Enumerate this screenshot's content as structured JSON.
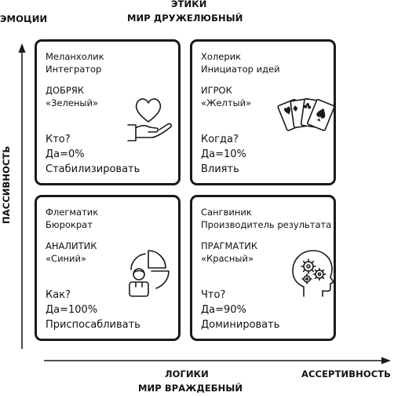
{
  "axes": {
    "top_line1": "ЭТИКИ",
    "top_line2": "МИР ДРУЖЕЛЮБНЫЙ",
    "left_top": "ЭМОЦИИ",
    "left_vertical": "ПАССИВНОСТЬ",
    "bottom_line1": "ЛОГИКИ",
    "bottom_line2": "МИР ВРАЖДЕБНЫЙ",
    "bottom_right": "АССЕРТИВНОСТЬ"
  },
  "quadrants": {
    "top_left": {
      "type": "Меланхолик",
      "role": "Интегратор",
      "code": "ДОБРЯК",
      "color": "«Зеленый»",
      "question": "Кто?",
      "yes": "Да=0%",
      "action": "Стабилизировать",
      "icon": "hand-heart-icon"
    },
    "top_right": {
      "type": "Холерик",
      "role": "Инициатор идей",
      "code": "ИГРОК",
      "color": "«Желтый»",
      "question": "Когда?",
      "yes": "Да=10%",
      "action": "Влиять",
      "icon": "playing-cards-icon"
    },
    "bottom_left": {
      "type": "Флегматик",
      "role": "Бюрократ",
      "code": "АНАЛИТИК",
      "color": "«Синий»",
      "question": "Как?",
      "yes": "Да=100%",
      "action": "Приспосабливать",
      "icon": "person-pie-chart-icon"
    },
    "bottom_right": {
      "type": "Сангвиник",
      "role": "Производитель результата",
      "code": "ПРАГМАТИК",
      "color": "«Красный»",
      "question": "Что?",
      "yes": "Да=90%",
      "action": "Доминировать",
      "icon": "head-gears-icon"
    }
  }
}
